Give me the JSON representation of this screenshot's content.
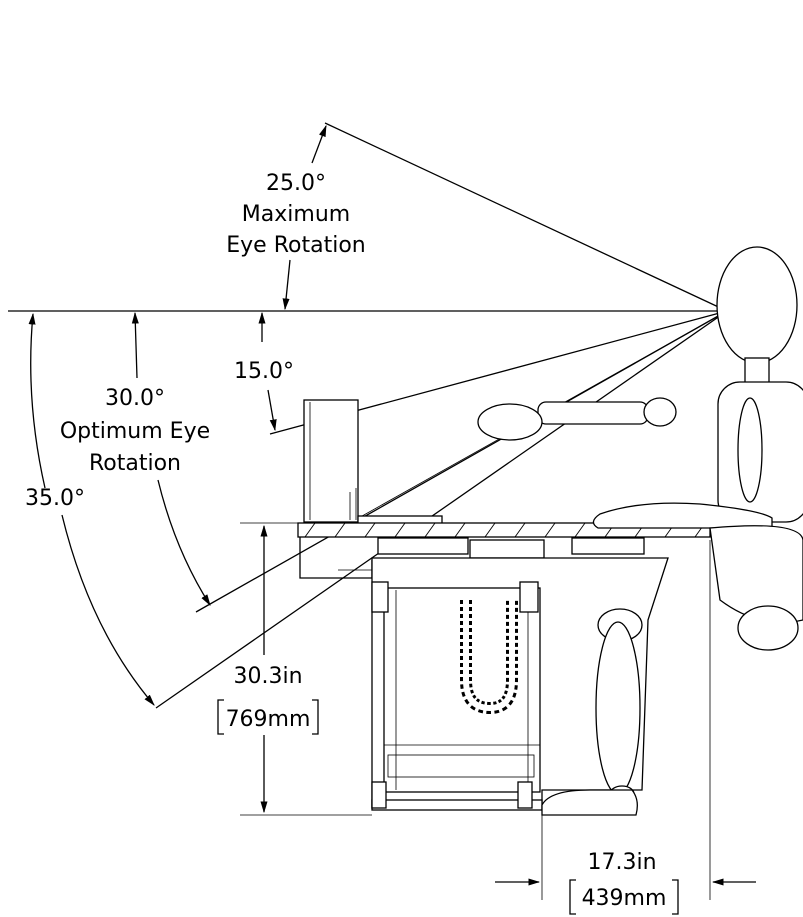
{
  "annotations": {
    "max_eye_rotation_angle": "25.0°",
    "max_eye_rotation_line1": "Maximum",
    "max_eye_rotation_line2": "Eye Rotation",
    "fifteen_angle": "15.0°",
    "optimum_eye_rotation_angle": "30.0°",
    "optimum_eye_rotation_line1": "Optimum Eye",
    "optimum_eye_rotation_line2": "Rotation",
    "thirty_five_angle": "35.0°",
    "desk_height_in": "30.3in",
    "desk_height_mm": "769mm",
    "knee_clearance_in": "17.3in",
    "knee_clearance_mm": "439mm"
  }
}
